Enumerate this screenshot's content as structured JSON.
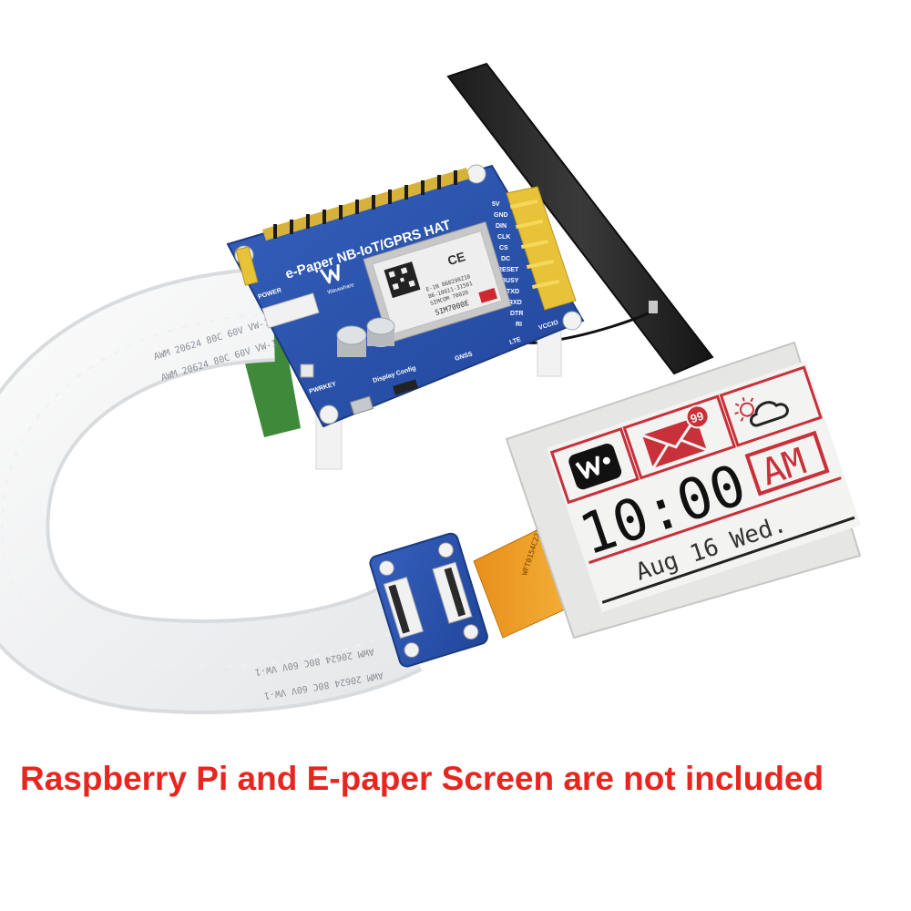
{
  "board": {
    "title": "e-Paper NB-IoT/GPRS HAT",
    "brand": "Waveshare",
    "labels": {
      "power": "POWER",
      "pwrkey": "PWRKEY",
      "display_config": "Display Config",
      "gnss": "GNSS",
      "lte": "LTE",
      "vccio": "VCCIO",
      "pins": [
        "5V",
        "GND",
        "DIN",
        "CLK",
        "CS",
        "DC",
        "RESET",
        "BUSY",
        "TXD",
        "RXD",
        "DTR",
        "RI"
      ]
    }
  },
  "module": {
    "model": "SIM7000E",
    "ce_mark": "CE",
    "serial_lines": [
      "E-1N 868298Z18",
      "86-10011-31561",
      "SIMCOM 70020"
    ]
  },
  "cable": {
    "print_text": "AWM 20624 80C 60V VW-1"
  },
  "fpc_label": "WFT0154C222",
  "epaper": {
    "time": "10:00",
    "ampm": "AM",
    "date": "Aug 16 Wed.",
    "notification_count": "99"
  },
  "caption": {
    "text": "Raspberry Pi and E-paper Screen are not included",
    "color": "#e8251f"
  },
  "colors": {
    "pcb_blue": "#2a4fa8",
    "epaper_red": "#c8303a",
    "header_gold": "#e8c33a"
  },
  "icons": [
    "waveshare-logo-icon",
    "envelope-icon",
    "weather-sun-cloud-icon",
    "antenna-icon"
  ]
}
